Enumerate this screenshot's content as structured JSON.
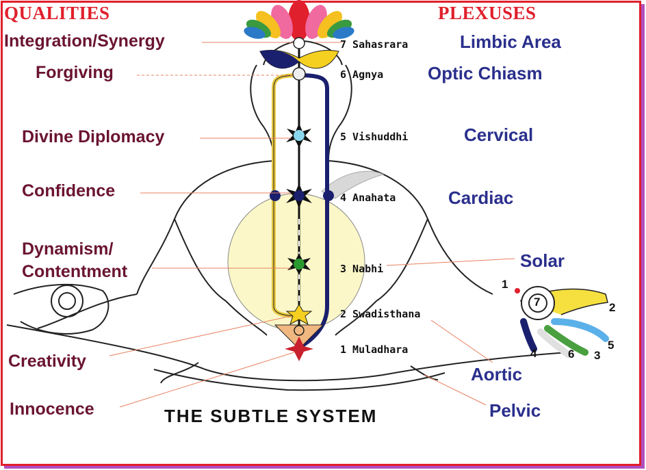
{
  "headers": {
    "qualities": "QUALITIES",
    "plexuses": "PLEXUSES"
  },
  "qualities": [
    "Integration/Synergy",
    "Forgiving",
    "Divine Diplomacy",
    "Confidence",
    "Dynamism/",
    "Contentment",
    "Creativity",
    "Innocence"
  ],
  "chakras": [
    "7 Sahasrara",
    "6 Agnya",
    "5 Vishuddhi",
    "4 Anahata",
    "3 Nabhi",
    "2 Swadisthana",
    "1 Muladhara"
  ],
  "plexuses": [
    "Limbic Area",
    "Optic Chiasm",
    "Cervical",
    "Cardiac",
    "Solar",
    "Aortic",
    "Pelvic"
  ],
  "hand_numbers": [
    "1",
    "2",
    "3",
    "4",
    "5",
    "6",
    "7"
  ],
  "title": "THE SUBTLE SYSTEM",
  "colors": {
    "frame": "#e0202c",
    "quality": "#6a1430",
    "plexus": "#2a2f8c",
    "left_channel": "#e8c840",
    "right_channel": "#1a1f6e"
  }
}
